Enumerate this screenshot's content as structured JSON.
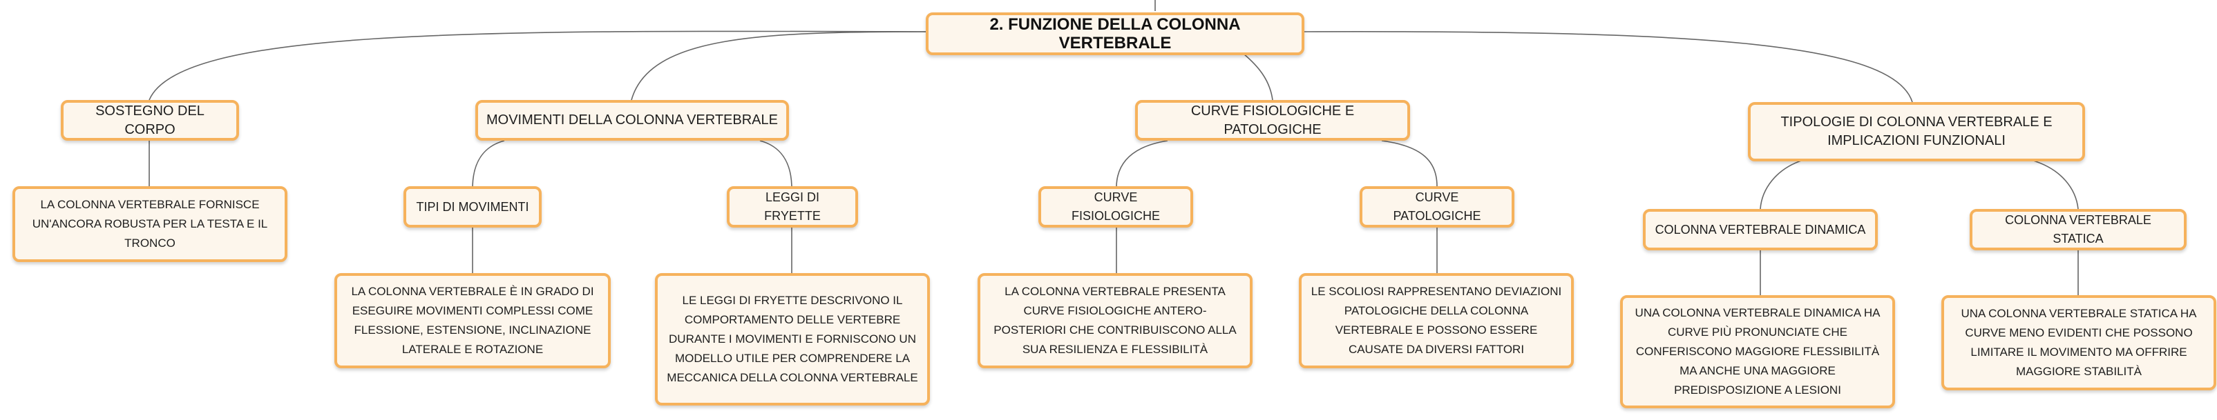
{
  "colors": {
    "border": "#f6b25c",
    "fill": "#fdf6ec",
    "line": "#666666"
  },
  "root": {
    "label": "2. FUNZIONE DELLA COLONNA VERTEBRALE"
  },
  "branches": [
    {
      "label": "SOSTEGNO DEL CORPO",
      "leaf": "LA COLONNA VERTEBRALE FORNISCE UN'ANCORA ROBUSTA PER LA TESTA E IL TRONCO"
    },
    {
      "label": "MOVIMENTI DELLA COLONNA VERTEBRALE",
      "children": [
        {
          "label": "TIPI DI MOVIMENTI",
          "leaf": "LA COLONNA VERTEBRALE È IN GRADO DI ESEGUIRE MOVIMENTI COMPLESSI COME FLESSIONE, ESTENSIONE, INCLINAZIONE LATERALE E ROTAZIONE"
        },
        {
          "label": "LEGGI DI FRYETTE",
          "leaf": "LE LEGGI DI FRYETTE DESCRIVONO IL COMPORTAMENTO DELLE VERTEBRE DURANTE I MOVIMENTI E FORNISCONO UN MODELLO UTILE PER COMPRENDERE LA MECCANICA DELLA COLONNA VERTEBRALE"
        }
      ]
    },
    {
      "label": "CURVE FISIOLOGICHE E PATOLOGICHE",
      "children": [
        {
          "label": "CURVE FISIOLOGICHE",
          "leaf": "LA COLONNA VERTEBRALE PRESENTA CURVE FISIOLOGICHE ANTERO-POSTERIORI CHE CONTRIBUISCONO ALLA SUA RESILIENZA E FLESSIBILITÀ"
        },
        {
          "label": "CURVE PATOLOGICHE",
          "leaf": "LE SCOLIOSI RAPPRESENTANO DEVIAZIONI PATOLOGICHE DELLA COLONNA VERTEBRALE E POSSONO ESSERE CAUSATE DA DIVERSI FATTORI"
        }
      ]
    },
    {
      "label": "TIPOLOGIE DI COLONNA VERTEBRALE E IMPLICAZIONI FUNZIONALI",
      "children": [
        {
          "label": "COLONNA VERTEBRALE DINAMICA",
          "leaf": "UNA COLONNA VERTEBRALE DINAMICA HA CURVE PIÙ PRONUNCIATE CHE CONFERISCONO MAGGIORE FLESSIBILITÀ MA ANCHE UNA MAGGIORE PREDISPOSIZIONE A LESIONI"
        },
        {
          "label": "COLONNA VERTEBRALE STATICA",
          "leaf": "UNA COLONNA VERTEBRALE STATICA HA CURVE MENO EVIDENTI CHE POSSONO LIMITARE IL MOVIMENTO MA OFFRIRE MAGGIORE STABILITÀ"
        }
      ]
    }
  ]
}
